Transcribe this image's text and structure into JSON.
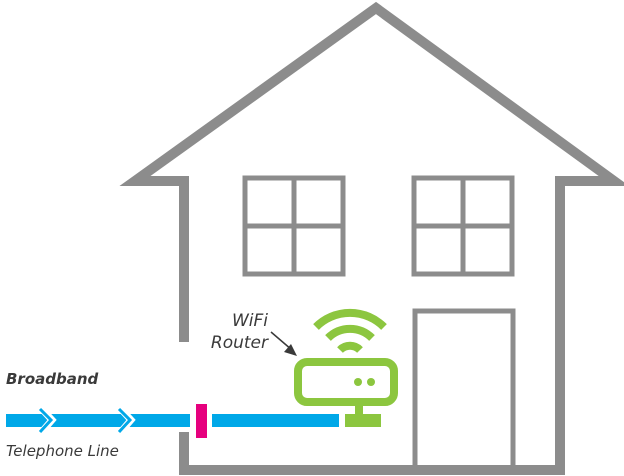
{
  "labels": {
    "router_line1": "WiFi",
    "router_line2": "Router",
    "broadband": "Broadband",
    "telephone_line": "Telephone Line"
  },
  "colors": {
    "house": "#8c8c8c",
    "router": "#8cc63f",
    "line": "#00a8e8",
    "connector": "#e6007e",
    "text": "#3a3a3a"
  }
}
